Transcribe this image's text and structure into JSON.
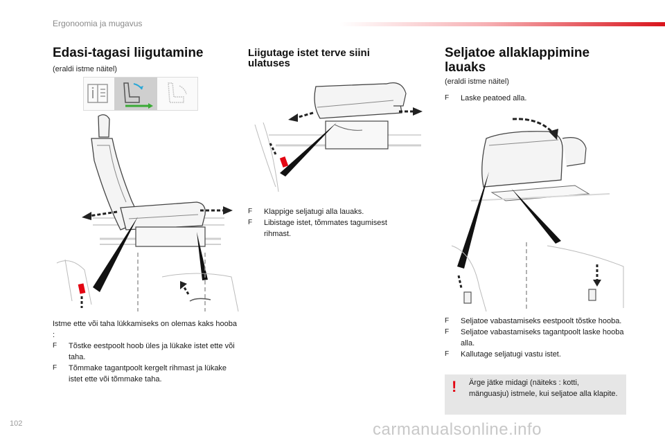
{
  "header": {
    "section_title": "Ergonoomia ja mugavus"
  },
  "col1": {
    "title": "Edasi-tagasi liigutamine",
    "subtitle": "(eraldi istme näitel)",
    "intro": "Istme ette või taha lükkamiseks on olemas kaks hooba :",
    "items": [
      "Tõstke eestpoolt hoob üles ja lükake istet ette või taha.",
      "Tõmmake tagantpoolt kergelt rihmast ja lükake istet ette või tõmmake taha."
    ]
  },
  "col2": {
    "title": "Liigutage istet terve siini ulatuses",
    "items": [
      "Klappige seljatugi alla lauaks.",
      "Libistage istet, tõmmates tagumisest rihmast."
    ]
  },
  "col3": {
    "title": "Seljatoe allaklappimine lauaks",
    "subtitle": "(eraldi istme näitel)",
    "items_top": [
      "Laske peatoed alla."
    ],
    "items": [
      "Seljatoe vabastamiseks eestpoolt tõstke hooba.",
      "Seljatoe vabastamiseks tagantpoolt laske hooba alla.",
      "Kallutage seljatugi vastu istet."
    ],
    "warning": "Ärge jätke midagi (näiteks : kotti, mänguasju) istmele, kui seljatoe alla klapite."
  },
  "bullet_glyph": "F",
  "warning_glyph": "!",
  "page_number": "102",
  "watermark": "carmanualsonline.info",
  "colors": {
    "accent_red": "#d9141c",
    "warning_bg": "#e6e6e6",
    "icon_blue": "#2aa7d6",
    "icon_green": "#3aaa35"
  }
}
